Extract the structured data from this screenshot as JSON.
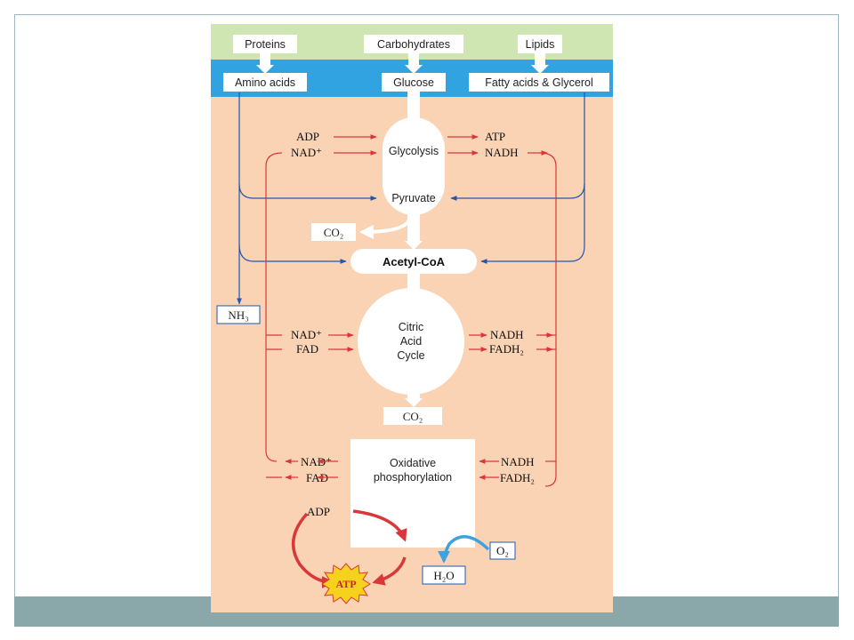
{
  "colors": {
    "top_band": "#cfe5b2",
    "blue_band": "#31a3e0",
    "panel": "#f9d3b3",
    "red_arrow": "#d9373a",
    "blue_arrow": "#2457a8",
    "footer_band": "#8aa8a9"
  },
  "sources": {
    "proteins": "Proteins",
    "carbohydrates": "Carbohydrates",
    "lipids": "Lipids"
  },
  "monomers": {
    "amino_acids": "Amino acids",
    "glucose": "Glucose",
    "fatty_acids": "Fatty acids & Glycerol"
  },
  "glycolysis": {
    "name": "Glycolysis",
    "product": "Pyruvate",
    "in1": "ADP",
    "in2": "NAD⁺",
    "out1": "ATP",
    "out2": "NADH"
  },
  "co2_label": "CO₂",
  "acetyl_coa": "Acetyl-CoA",
  "nh3_label": "NH₃",
  "citric_cycle": {
    "line1": "Citric",
    "line2": "Acid",
    "line3": "Cycle",
    "in1": "NAD⁺",
    "in2": "FAD",
    "out1": "NADH",
    "out2": "FADH₂"
  },
  "oxphos": {
    "line1": "Oxidative",
    "line2": "phosphorylation",
    "out1": "NAD⁺",
    "out2": "FAD",
    "in1": "NADH",
    "in2": "FADH₂",
    "adp": "ADP",
    "atp": "ATP",
    "o2": "O₂",
    "h2o": "H₂O"
  }
}
